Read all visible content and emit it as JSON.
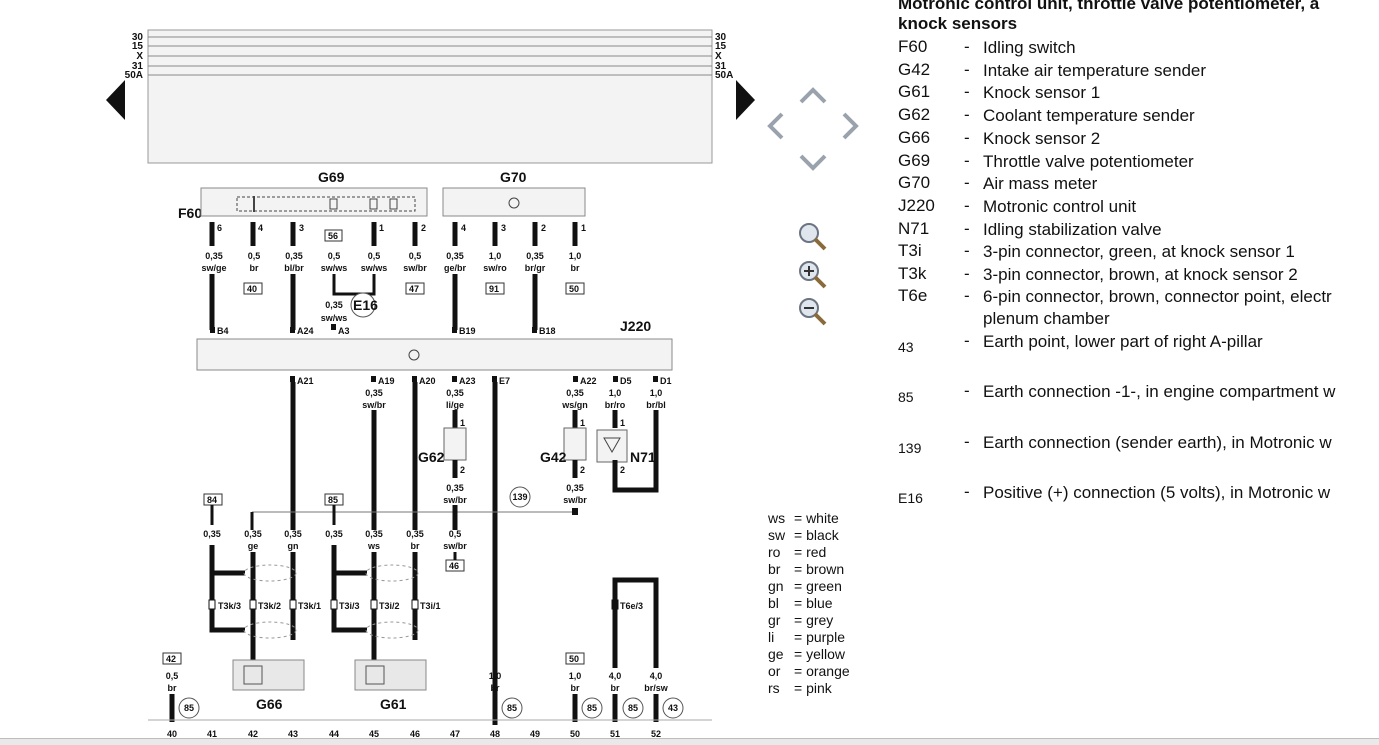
{
  "legend": {
    "title_line1": "Motronic control unit, throttle valve potentiometer, a",
    "title_line2": "knock sensors",
    "items": [
      {
        "code": "F60",
        "desc": "Idling switch"
      },
      {
        "code": "G42",
        "desc": "Intake air temperature sender"
      },
      {
        "code": "G61",
        "desc": "Knock sensor 1"
      },
      {
        "code": "G62",
        "desc": "Coolant temperature sender"
      },
      {
        "code": "G66",
        "desc": "Knock sensor 2"
      },
      {
        "code": "G69",
        "desc": "Throttle valve potentiometer"
      },
      {
        "code": "G70",
        "desc": "Air mass meter"
      },
      {
        "code": "J220",
        "desc": "Motronic control unit"
      },
      {
        "code": "N71",
        "desc": "Idling stabilization valve"
      },
      {
        "code": "T3i",
        "desc": "3-pin connector, green, at knock sensor 1"
      },
      {
        "code": "T3k",
        "desc": "3-pin connector, brown, at knock sensor 2"
      },
      {
        "code": "T6e",
        "desc": "6-pin connector, brown, connector point, electr",
        "desc2": "plenum chamber"
      },
      {
        "code": "43",
        "desc": "Earth point, lower part of right A-pillar"
      },
      {
        "code": "85",
        "desc": "Earth connection -1-, in engine compartment w"
      },
      {
        "code": "139",
        "desc": "Earth connection (sender earth), in Motronic w"
      },
      {
        "code": "E16",
        "desc": "Positive (+) connection (5 volts), in Motronic w"
      }
    ]
  },
  "colors": [
    {
      "abbr": "ws",
      "name": "= white"
    },
    {
      "abbr": "sw",
      "name": "= black"
    },
    {
      "abbr": "ro",
      "name": "= red"
    },
    {
      "abbr": "br",
      "name": "= brown"
    },
    {
      "abbr": "gn",
      "name": "= green"
    },
    {
      "abbr": "bl",
      "name": "= blue"
    },
    {
      "abbr": "gr",
      "name": "= grey"
    },
    {
      "abbr": "li",
      "name": "= purple"
    },
    {
      "abbr": "ge",
      "name": "= yellow"
    },
    {
      "abbr": "or",
      "name": "= orange"
    },
    {
      "abbr": "rs",
      "name": "= pink"
    }
  ],
  "diagram": {
    "rails": [
      "30",
      "15",
      "X",
      "31",
      "50A"
    ],
    "components": {
      "G69": "G69",
      "G70": "G70",
      "F60": "F60",
      "J220": "J220",
      "E16": "E16",
      "G62": "G62",
      "G42": "G42",
      "N71": "N71",
      "G66": "G66",
      "G61": "G61"
    },
    "top_pins": [
      "6",
      "4",
      "3",
      "56",
      "1",
      "2",
      "4",
      "3",
      "2",
      "1"
    ],
    "top_wires": [
      {
        "size": "0,35",
        "color": "sw/ge",
        "pin": "B4"
      },
      {
        "size": "0,5",
        "color": "br",
        "box": "40"
      },
      {
        "size": "0,35",
        "color": "bl/br",
        "pin": "A24"
      },
      {
        "size": "0,5",
        "color": "sw/ws"
      },
      {
        "size": "0,5",
        "color": "sw/ws"
      },
      {
        "size": "0,5",
        "color": "sw/br",
        "box": "47"
      },
      {
        "size": "0,35",
        "color": "ge/br",
        "pin": "B19"
      },
      {
        "size": "1,0",
        "color": "sw/ro",
        "box": "91"
      },
      {
        "size": "0,35",
        "color": "br/gr",
        "pin": "B18"
      },
      {
        "size": "1,0",
        "color": "br",
        "box": "50"
      }
    ],
    "e16_wire": {
      "size": "0,35",
      "color": "sw/ws",
      "pin": "A3"
    },
    "lower_pins": [
      "A21",
      "A19",
      "A20",
      "A23",
      "E7",
      "A22",
      "D5",
      "D1"
    ],
    "lower_wires": [
      {
        "size": "0,35",
        "color": "sw/br"
      },
      {
        "size": "0,35",
        "color": "li/ge"
      },
      {
        "size": "0,35",
        "color": "ws/gn"
      },
      {
        "size": "1,0",
        "color": "br/ro"
      },
      {
        "size": "1,0",
        "color": "br/bl"
      }
    ],
    "sensor_pins": [
      "1",
      "2",
      "1",
      "2",
      "1",
      "2"
    ],
    "sensor_bottom_wires": [
      {
        "size": "0,35",
        "color": "sw/br"
      },
      {
        "size": "0,35",
        "color": "sw/br"
      }
    ],
    "earth": "139",
    "bottom_boxes": [
      "84",
      "85",
      "46",
      "42",
      "50"
    ],
    "bottom_wires": [
      {
        "size": "0,35",
        "color": ""
      },
      {
        "size": "0,35",
        "color": "ge"
      },
      {
        "size": "0,35",
        "color": "gn"
      },
      {
        "size": "0,35",
        "color": ""
      },
      {
        "size": "0,35",
        "color": "ws"
      },
      {
        "size": "0,35",
        "color": "br"
      },
      {
        "size": "0,5",
        "color": "sw/br"
      }
    ],
    "connectors": [
      "T3k/3",
      "T3k/2",
      "T3k/1",
      "T3i/3",
      "T3i/2",
      "T3i/1",
      "T6e/3"
    ],
    "final_wires": [
      {
        "size": "0,5",
        "color": "br"
      },
      {
        "size": "1,0",
        "color": "br"
      },
      {
        "size": "1,0",
        "color": "br"
      },
      {
        "size": "4,0",
        "color": "br"
      },
      {
        "size": "4,0",
        "color": "br/sw"
      }
    ],
    "earth_circles": [
      "85",
      "85",
      "85",
      "85",
      "43"
    ],
    "tracks": [
      "40",
      "41",
      "42",
      "43",
      "44",
      "45",
      "46",
      "47",
      "48",
      "49",
      "50",
      "51",
      "52"
    ]
  }
}
